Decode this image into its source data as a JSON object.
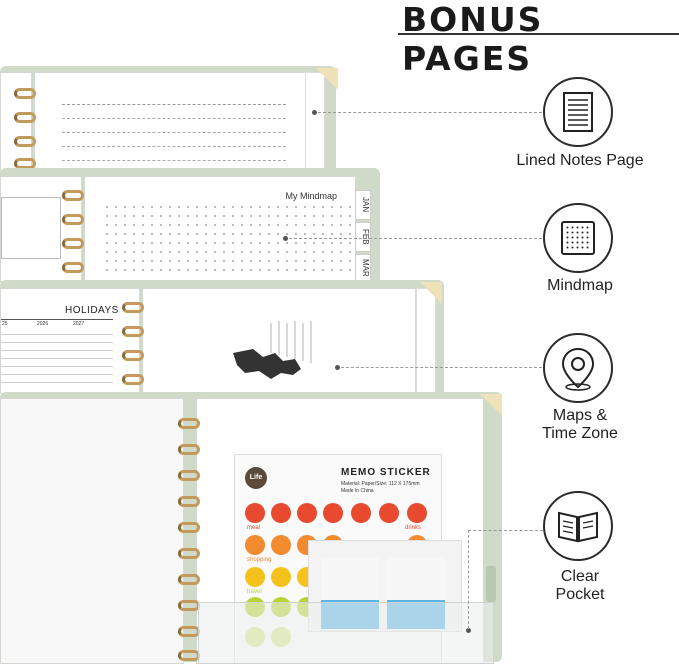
{
  "title": "BONUS PAGES",
  "features": [
    {
      "label_lines": [
        "Lined Notes Page"
      ],
      "icon": "lined-page-icon"
    },
    {
      "label_lines": [
        "Mindmap"
      ],
      "icon": "dot-grid-icon"
    },
    {
      "label_lines": [
        "Maps &",
        "Time Zone"
      ],
      "icon": "map-pin-icon"
    },
    {
      "label_lines": [
        "Clear",
        "Pocket"
      ],
      "icon": "open-book-icon"
    }
  ],
  "mindmap_page": {
    "title": "My Mindmap",
    "tabs": [
      "JAN",
      "FEB",
      "MAR"
    ]
  },
  "holidays_page": {
    "title": "HOLIDAYS",
    "years": [
      "25",
      "2026",
      "2027"
    ]
  },
  "sticker_sheet": {
    "title": "MEMO STICKER",
    "material": "Material: Paper/Size: 112 X 175mm",
    "made_in": "Made In China",
    "life_badge": "Life",
    "categories": [
      "meal",
      "drinks",
      "shopping",
      "travel"
    ]
  },
  "colors": {
    "cover": "#cfdac8",
    "ring": "#c39a5b",
    "accent_blue": "#5ab3e6",
    "orange": "#f28a2e",
    "red": "#e74a2f",
    "yellow": "#f5c21b",
    "lime": "#b8d334"
  }
}
